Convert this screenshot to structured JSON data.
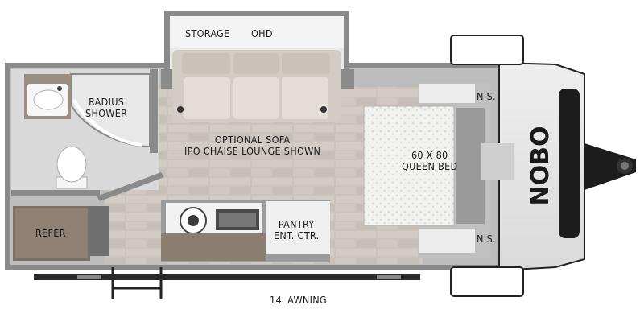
{
  "labels": {
    "storage": "STORAGE",
    "ohd": "OHD",
    "radius_shower_l1": "RADIUS",
    "radius_shower_l2": "SHOWER",
    "optional_sofa_l1": "OPTIONAL SOFA",
    "optional_sofa_l2": "IPO CHAISE LOUNGE SHOWN",
    "bed_l1": "60 X 80",
    "bed_l2": "QUEEN BED",
    "ns_top": "N.S.",
    "ns_bottom": "N.S.",
    "refer": "REFER",
    "pantry_l1": "PANTRY",
    "pantry_l2": "ENT. CTR.",
    "awning": "14' AWNING",
    "brand_logo": "NOBO"
  },
  "colors": {
    "wall": "#8c8c8c",
    "floor": "#cfc9c2",
    "tile_line": "#e4dfd9",
    "bath_floor": "#d6d6d6",
    "fabric": "#d8d2cb",
    "cabinet": "#6f6a64",
    "wood": "#8a7a6c",
    "cap": "#f3f3f3"
  }
}
